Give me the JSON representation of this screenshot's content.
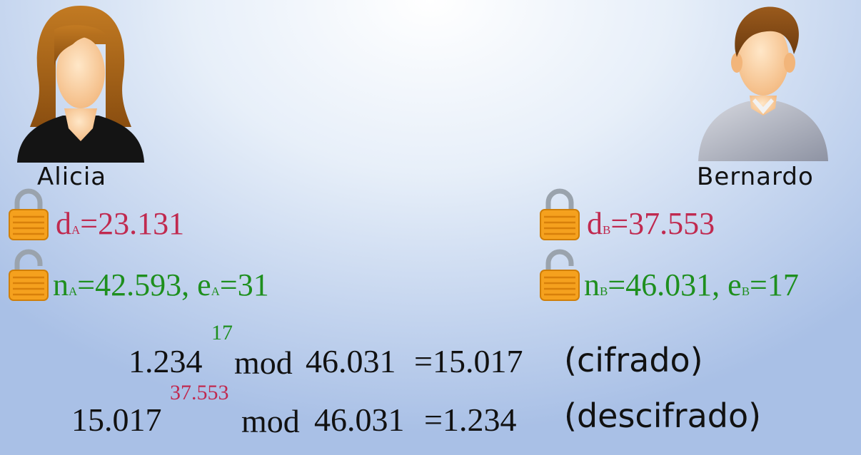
{
  "alice": {
    "name": "Alicia",
    "private_key": {
      "symbol": "d",
      "sub": "A",
      "value": "=23.131"
    },
    "public_key": {
      "n_symbol": "n",
      "n_sub": "A",
      "n_value": "=42.593,",
      "e_symbol": "e",
      "e_sub": "A",
      "e_value": "=31"
    }
  },
  "bob": {
    "name": "Bernardo",
    "private_key": {
      "symbol": "d",
      "sub": "B",
      "value": "=37.553"
    },
    "public_key": {
      "n_symbol": "n",
      "n_sub": "B",
      "n_value": "=46.031,",
      "e_symbol": "e",
      "e_sub": "B",
      "e_value": "=17"
    }
  },
  "encrypt": {
    "base": "1.234",
    "exponent": "17",
    "mod_word": "mod",
    "modulus": "46.031",
    "result": "=15.017",
    "label": "(cifrado)"
  },
  "decrypt": {
    "base": "15.017",
    "exponent": "37.553",
    "mod_word": "mod",
    "modulus": "46.031",
    "result": "=1.234",
    "label": "(descifrado)"
  },
  "colors": {
    "private": "#c0294f",
    "public": "#1e8f1e",
    "lock_body": "#f5a11e",
    "lock_shackle": "#9aa3ad"
  }
}
